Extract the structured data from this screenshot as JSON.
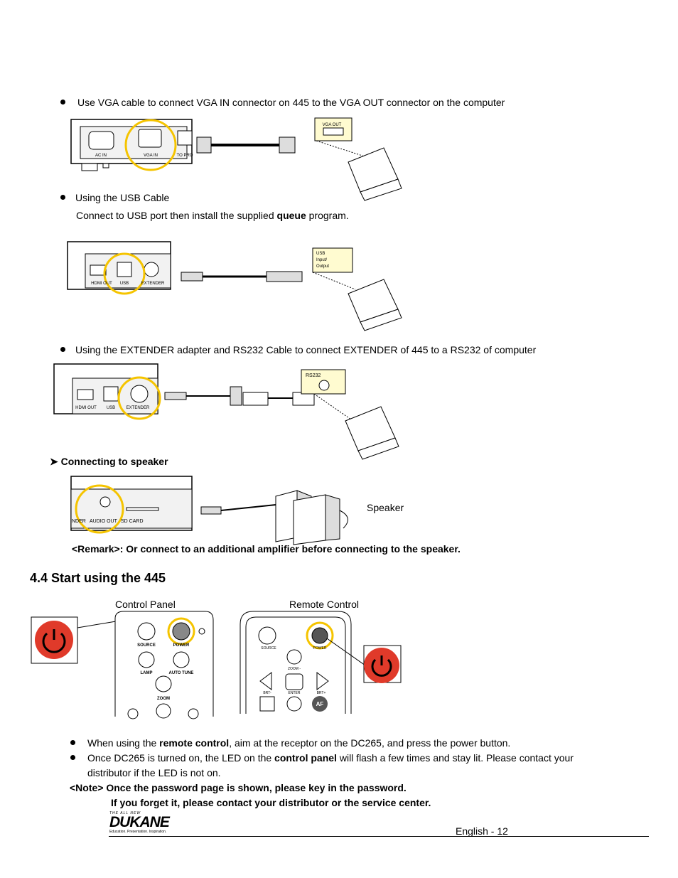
{
  "vga": {
    "bullet": "Use VGA cable to connect VGA IN connector on 445 to the VGA OUT connector on the computer",
    "port_labels": [
      "AC IN",
      "VGA IN",
      "TO PRO"
    ],
    "laptop_label": "VGA OUT"
  },
  "usb": {
    "bullet": "Using the USB Cable",
    "desc_pre": "Connect to USB port then install the supplied ",
    "desc_bold": "queue",
    "desc_post": " program.",
    "port_labels": [
      "HDMI OUT",
      "USB",
      "EXTENDER"
    ],
    "laptop_label_lines": [
      "USB",
      "Input/",
      "Output"
    ]
  },
  "extender": {
    "bullet": "Using the EXTENDER adapter and RS232 Cable to connect EXTENDER of 445 to a RS232 of computer",
    "port_labels": [
      "HDMI OUT",
      "USB",
      "EXTENDER"
    ],
    "laptop_label": "RS232"
  },
  "speaker": {
    "heading": "Connecting to speaker",
    "port_labels": [
      "NDER",
      "AUDIO OUT",
      "SD CARD"
    ],
    "speaker_label": "Speaker",
    "remark": "<Remark>: Or connect to an additional amplifier before connecting to the speaker."
  },
  "start": {
    "heading": "4.4 Start using the 445",
    "control_panel_label": "Control Panel",
    "remote_control_label": "Remote Control",
    "panel_buttons": [
      "SOURCE",
      "POWER",
      "LAMP",
      "AUTO TUNE",
      "ZOOM"
    ],
    "remote_buttons": [
      "SOURCE",
      "POWER",
      "ZOOM -",
      "BRT-",
      "ENTER",
      "BRT+",
      "AF"
    ]
  },
  "instructions": {
    "b1_pre": "When using the ",
    "b1_bold": "remote control",
    "b1_post": ", aim at the receptor on the DC265, and press the power button.",
    "b2_pre": "Once DC265 is turned on, the LED on the ",
    "b2_bold": "control panel",
    "b2_post": " will flash a few times and stay lit. Please contact your",
    "b2_line2": "distributor if the LED is not on.",
    "note1": "<Note> Once the password page is shown, please key in the password.",
    "note2": "If you forget it, please contact your distributor or the service center."
  },
  "footer": {
    "logo_top": "THE ALL NEW",
    "logo": "DUKANE",
    "logo_tagline": "Education. Presentation. Inspiration.",
    "page": "English - 12"
  },
  "colors": {
    "highlight_ring": "#f5c400",
    "power_red": "#e03a2a",
    "laptop_label_bg": "#fffbd0"
  }
}
